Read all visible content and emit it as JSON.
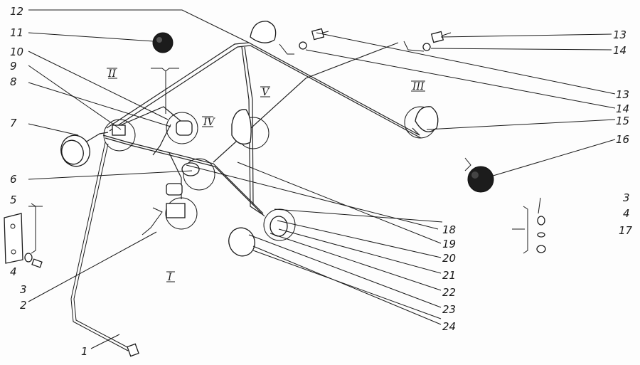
{
  "labels": {
    "l1": "1",
    "l2": "2",
    "l3a": "3",
    "l4a": "4",
    "l5": "5",
    "l6": "6",
    "l7": "7",
    "l8": "8",
    "l9": "9",
    "l10": "10",
    "l11": "11",
    "l12": "12",
    "l13a": "13",
    "l14a": "14",
    "l13b": "13",
    "l14b": "14",
    "l15": "15",
    "l16": "16",
    "l3b": "3",
    "l4b": "4",
    "l17": "17",
    "l18": "18",
    "l19": "19",
    "l20": "20",
    "l21": "21",
    "l22": "22",
    "l23": "23",
    "l24": "24"
  },
  "roman": {
    "r1": "I",
    "r2": "II",
    "r3": "III",
    "r4": "IV",
    "r5": "V"
  }
}
